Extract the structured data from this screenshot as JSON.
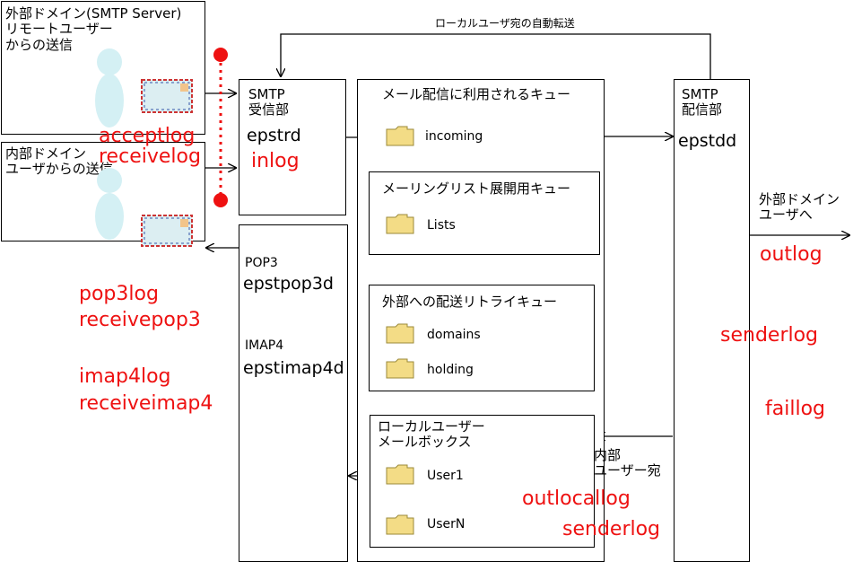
{
  "left_boxes": {
    "external": "外部ドメイン(SMTP Server)\nリモートユーザー\nからの送信",
    "internal": "内部ドメイン\nユーザからの送信"
  },
  "smtp_receiver": {
    "protocol": "SMTP\n受信部",
    "name": "epstrd",
    "log": "inlog"
  },
  "accept_logs": [
    "acceptlog",
    "receivelog"
  ],
  "pop_imap": {
    "pop3_label": "POP3",
    "pop3_name": "epstpop3d",
    "imap4_label": "IMAP4",
    "imap4_name": "epstimap4d"
  },
  "left_logs": {
    "pop": [
      "pop3log",
      "receivepop3"
    ],
    "imap": [
      "imap4log",
      "receiveimap4"
    ]
  },
  "queue": {
    "title": "メール配信に利用されるキュー",
    "incoming": "incoming",
    "ml_title": "メーリングリスト展開用キュー",
    "lists": "Lists",
    "retry_title": "外部への配送リトライキュー",
    "domains": "domains",
    "holding": "holding",
    "local_title": "ローカルユーザー\nメールボックス",
    "user1": "User1",
    "usern": "UserN"
  },
  "smtp_sender": {
    "protocol": "SMTP\n配信部",
    "name": "epstdd"
  },
  "top_arrow_label": "ローカルユーザ宛の自動転送",
  "internal_label": "内部\nユーザー宛",
  "internal_logs": [
    "outlocallog",
    "senderlog"
  ],
  "external_label": "外部ドメイン\nユーザへ",
  "right_logs": [
    "outlog",
    "senderlog",
    "faillog"
  ],
  "colors": {
    "log_red": "#ee1111",
    "figure_cyan": "#d4f0f4",
    "folder_fill": "#f3dc86",
    "folder_edge": "#9b8a3a",
    "dot_red": "#ee1111"
  }
}
